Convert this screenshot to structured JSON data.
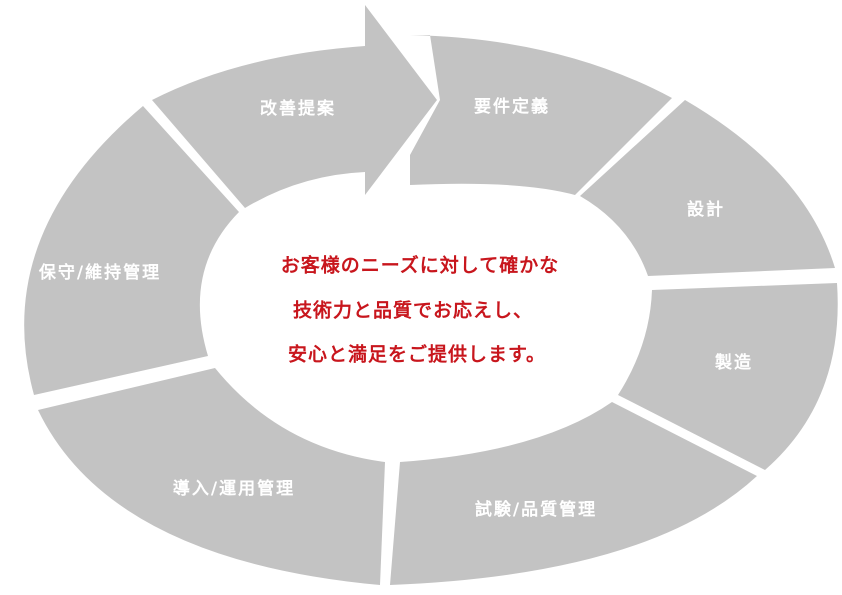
{
  "cycle": {
    "steps": [
      "要件定義",
      "設計",
      "製造",
      "試験/品質管理",
      "導入/運用管理",
      "保守/維持管理",
      "改善提案"
    ]
  },
  "center": {
    "lines": [
      "お客様のニーズに対して確かな",
      "技術力と品質でお応えし、",
      "安心と満足をご提供します。"
    ]
  },
  "colors": {
    "segment": "#c3c3c3",
    "label": "#ffffff",
    "center_text": "#c8161d",
    "background": "#ffffff"
  }
}
